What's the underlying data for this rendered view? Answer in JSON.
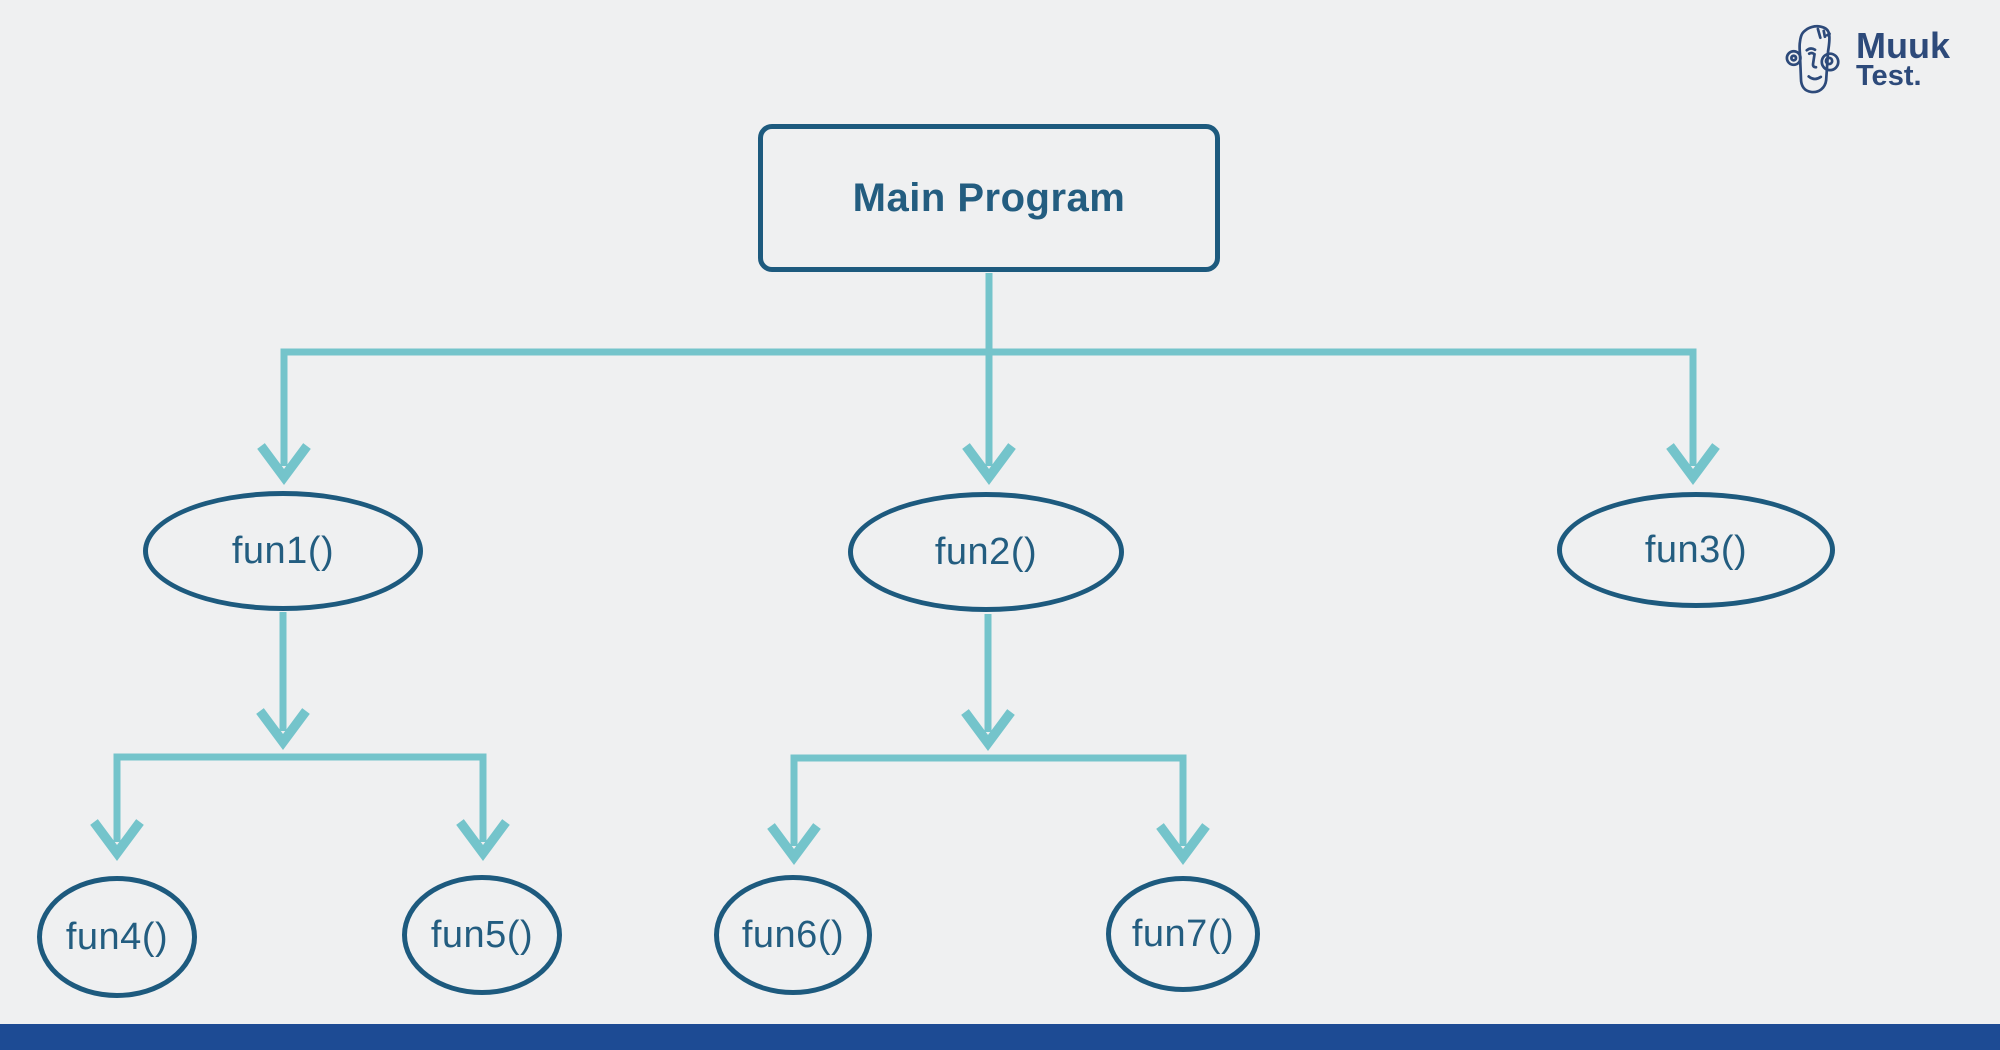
{
  "page": {
    "background_color": "#eff0f1",
    "footer_bar_color": "#1d4b94"
  },
  "brand": {
    "line1": "Muuk",
    "line2": "Test.",
    "color": "#2d4a7a",
    "icon": "muuk-face-icon"
  },
  "diagram": {
    "type": "tree",
    "colors": {
      "node_border": "#1d5a7e",
      "node_text": "#235d80",
      "connector": "#74c4cb"
    },
    "nodes": {
      "main": {
        "label": "Main Program",
        "shape": "rounded-rectangle"
      },
      "fun1": {
        "label": "fun1()",
        "shape": "ellipse"
      },
      "fun2": {
        "label": "fun2()",
        "shape": "ellipse"
      },
      "fun3": {
        "label": "fun3()",
        "shape": "ellipse"
      },
      "fun4": {
        "label": "fun4()",
        "shape": "ellipse"
      },
      "fun5": {
        "label": "fun5()",
        "shape": "ellipse"
      },
      "fun6": {
        "label": "fun6()",
        "shape": "ellipse"
      },
      "fun7": {
        "label": "fun7()",
        "shape": "ellipse"
      }
    },
    "edges": [
      "main -> fun1",
      "main -> fun2",
      "main -> fun3",
      "fun1 -> fun4",
      "fun1 -> fun5",
      "fun2 -> fun6",
      "fun2 -> fun7"
    ]
  }
}
